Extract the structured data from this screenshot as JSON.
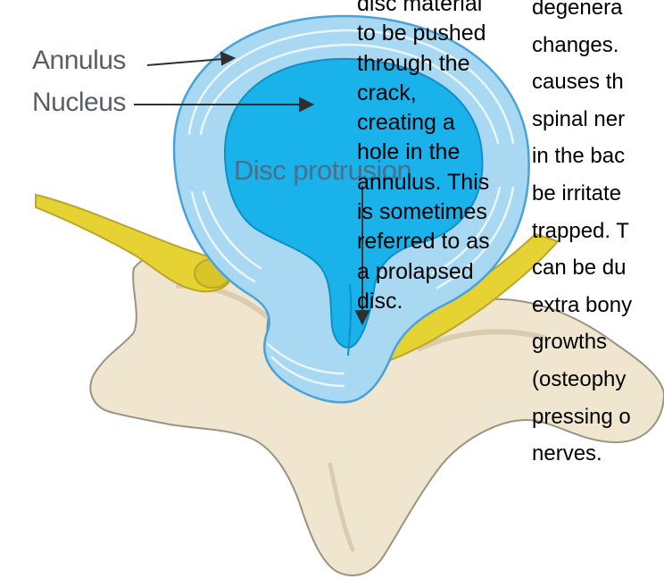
{
  "diagram": {
    "labels": {
      "annulus": "Annulus",
      "nucleus": "Nucleus",
      "protrusion": "Disc protrusion"
    },
    "colors": {
      "annulus_fill": "#a8d8f2",
      "annulus_lines": "#e8f6fd",
      "nucleus_fill": "#19b2ea",
      "bone_fill": "#f0e6d0",
      "bone_outline": "#9a9384",
      "nerve_fill": "#e6d233",
      "canal_fill": "#c0a228",
      "label_text": "#5a5f66"
    }
  },
  "overlay_text": {
    "column1": "disc material\nto be pushed\nthrough the\ncrack,\ncreating a\nhole in the\nannulus. This\nis sometimes\nreferred to as\na prolapsed\ndisc.",
    "column2": "degenera\nchanges. \ncauses th\nspinal ner\nin the bac\nbe irritate\ntrapped. T\ncan be du\nextra bony\ngrowths\n(osteophy\npressing o\nnerves."
  }
}
